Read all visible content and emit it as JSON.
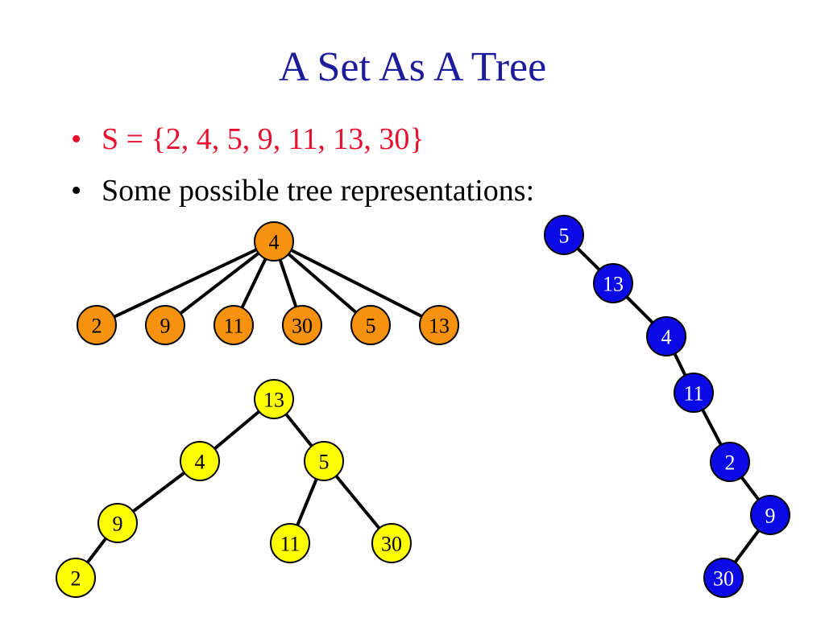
{
  "slide": {
    "title": "A Set As A Tree",
    "bullets": [
      {
        "text": "S = {2, 4, 5, 9, 11, 13, 30}"
      },
      {
        "text": "Some possible tree representations:"
      }
    ]
  },
  "colors": {
    "title": "#1c1c9c",
    "set_text": "#e8102e",
    "orange_fill": "#f7920f",
    "yellow_fill": "#ffff00",
    "blue_fill": "#0a0ae6"
  },
  "trees": [
    {
      "name": "orange-tree",
      "fill": "#f7920f",
      "text_color": "#000000",
      "nodes": [
        {
          "id": "o4",
          "label": "4"
        },
        {
          "id": "o2",
          "label": "2"
        },
        {
          "id": "o9",
          "label": "9"
        },
        {
          "id": "o11",
          "label": "11"
        },
        {
          "id": "o30",
          "label": "30"
        },
        {
          "id": "o5",
          "label": "5"
        },
        {
          "id": "o13",
          "label": "13"
        }
      ],
      "edges": [
        [
          "o4",
          "o2"
        ],
        [
          "o4",
          "o9"
        ],
        [
          "o4",
          "o11"
        ],
        [
          "o4",
          "o30"
        ],
        [
          "o4",
          "o5"
        ],
        [
          "o4",
          "o13"
        ]
      ]
    },
    {
      "name": "yellow-tree",
      "fill": "#ffff00",
      "text_color": "#000000",
      "nodes": [
        {
          "id": "y13",
          "label": "13"
        },
        {
          "id": "y4",
          "label": "4"
        },
        {
          "id": "y5",
          "label": "5"
        },
        {
          "id": "y9",
          "label": "9"
        },
        {
          "id": "y11",
          "label": "11"
        },
        {
          "id": "y30",
          "label": "30"
        },
        {
          "id": "y2",
          "label": "2"
        }
      ],
      "edges": [
        [
          "y13",
          "y4"
        ],
        [
          "y13",
          "y5"
        ],
        [
          "y4",
          "y9"
        ],
        [
          "y9",
          "y2"
        ],
        [
          "y5",
          "y11"
        ],
        [
          "y5",
          "y30"
        ]
      ]
    },
    {
      "name": "blue-tree",
      "fill": "#0a0ae6",
      "text_color": "#ffffff",
      "nodes": [
        {
          "id": "b5",
          "label": "5"
        },
        {
          "id": "b13",
          "label": "13"
        },
        {
          "id": "b4",
          "label": "4"
        },
        {
          "id": "b11",
          "label": "11"
        },
        {
          "id": "b2",
          "label": "2"
        },
        {
          "id": "b9",
          "label": "9"
        },
        {
          "id": "b30",
          "label": "30"
        }
      ],
      "edges": [
        [
          "b5",
          "b13"
        ],
        [
          "b13",
          "b4"
        ],
        [
          "b4",
          "b11"
        ],
        [
          "b11",
          "b2"
        ],
        [
          "b2",
          "b9"
        ],
        [
          "b9",
          "b30"
        ]
      ]
    }
  ]
}
